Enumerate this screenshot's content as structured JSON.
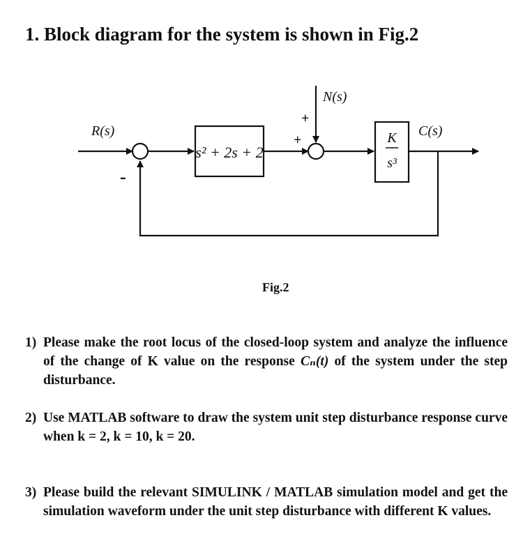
{
  "title": "1. Block diagram for the system is shown in Fig.2",
  "diagram": {
    "input_label": "R(s)",
    "output_label": "C(s)",
    "disturbance_label": "N(s)",
    "block1_label": "s² + 2s + 2",
    "block2_num": "K",
    "block2_den": "s³",
    "sum1_minus": "-",
    "sum2_plus_top": "+",
    "sum2_plus_left": "+"
  },
  "caption": "Fig.2",
  "questions": [
    {
      "num": "1)",
      "text_pre": "Please make the root locus of the closed-loop system and analyze the influence of the change of K value on the response ",
      "math": "Cₙ(t)",
      "text_post": " of the system under the step disturbance."
    },
    {
      "num": "2)",
      "text": "Use MATLAB software to draw the system unit step disturbance response curve when k = 2, k = 10, k = 20."
    },
    {
      "num": "3)",
      "text": "Please build the relevant SIMULINK / MATLAB simulation model and get the simulation waveform under the unit step disturbance with different K values."
    }
  ]
}
